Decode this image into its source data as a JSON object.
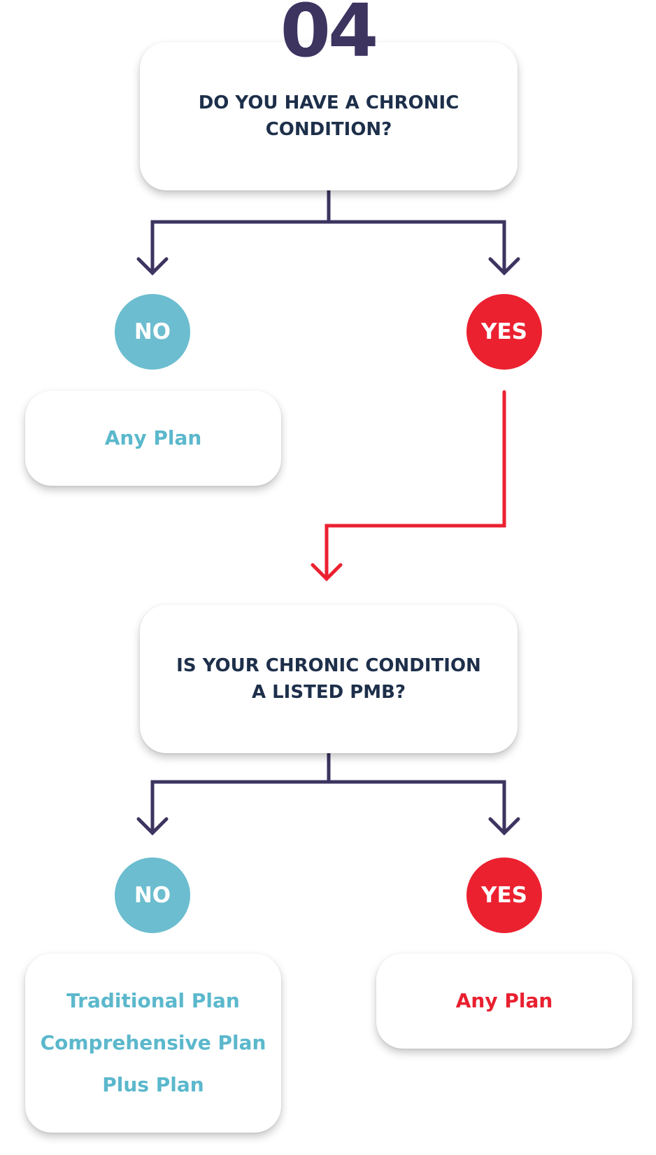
{
  "step_number": "04",
  "colors": {
    "dark_purple": "#3d3460",
    "navy_text": "#1d2f4a",
    "teal": "#6bbdcf",
    "teal_text": "#5bb8cc",
    "red": "#eb2130",
    "red_text": "#e8202f"
  },
  "question1": {
    "lines": [
      "DO YOU HAVE A CHRONIC",
      "CONDITION?"
    ]
  },
  "q1_no": {
    "label": "NO"
  },
  "q1_yes": {
    "label": "YES"
  },
  "q1_no_result": {
    "plans": [
      "Any Plan"
    ]
  },
  "question2": {
    "lines": [
      "IS YOUR CHRONIC CONDITION",
      "A LISTED PMB?"
    ]
  },
  "q2_no": {
    "label": "NO"
  },
  "q2_yes": {
    "label": "YES"
  },
  "q2_no_result": {
    "plans": [
      "Traditional Plan",
      "Comprehensive Plan",
      "Plus Plan"
    ]
  },
  "q2_yes_result": {
    "plans": [
      "Any Plan"
    ]
  }
}
